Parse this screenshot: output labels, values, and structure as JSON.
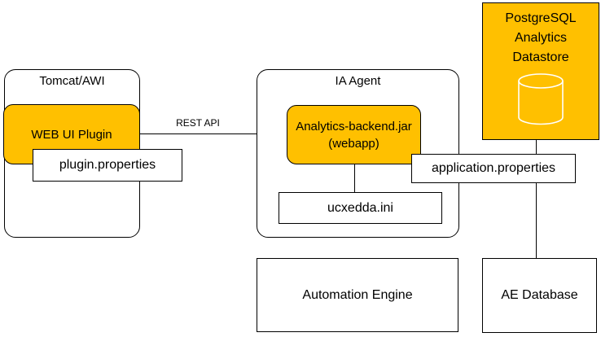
{
  "colors": {
    "accent": "#FFC000",
    "border": "#000000",
    "background": "#FFFFFF",
    "cylinder_stroke": "#FFFFFF"
  },
  "containers": {
    "tomcat": {
      "title": "Tomcat/AWI"
    },
    "ia_agent": {
      "title": "IA Agent"
    }
  },
  "nodes": {
    "web_ui_plugin": {
      "label": "WEB UI Plugin"
    },
    "plugin_properties": {
      "label": "plugin.properties"
    },
    "analytics_backend": {
      "lines": [
        "Analytics-backend.jar",
        "(webapp)"
      ]
    },
    "ucxedda_ini": {
      "label": "ucxedda.ini"
    },
    "application_properties": {
      "label": "application.properties"
    },
    "postgresql_datastore": {
      "lines": [
        "PostgreSQL",
        "Analytics",
        "Datastore"
      ],
      "icon": "database-cylinder-icon"
    },
    "automation_engine": {
      "label": "Automation Engine"
    },
    "ae_database": {
      "label": "AE Database"
    }
  },
  "connectors": {
    "rest_api": {
      "label": "REST API"
    }
  }
}
